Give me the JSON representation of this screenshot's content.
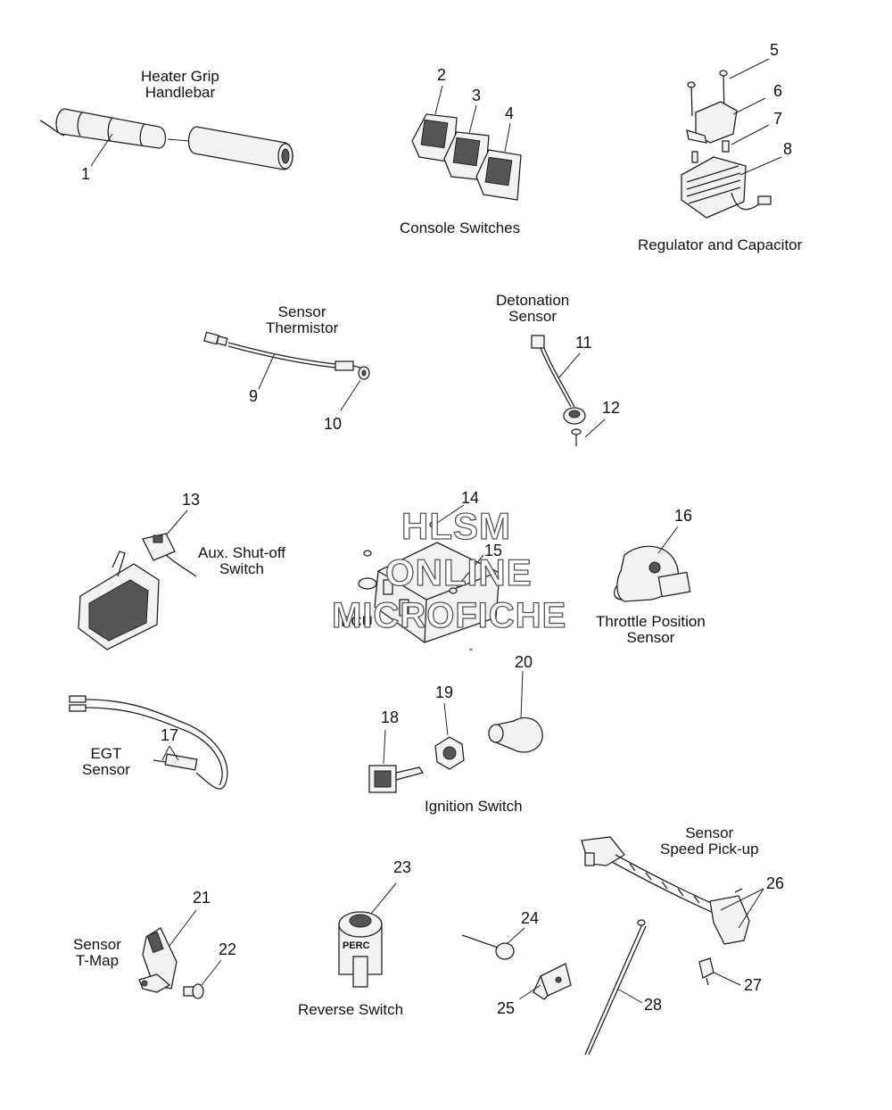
{
  "groups": {
    "heater_grip": "Heater Grip\nHandlebar",
    "console_switches": "Console Switches",
    "regulator": "Regulator and Capacitor",
    "sensor_thermistor": "Sensor\nThermistor",
    "detonation_sensor": "Detonation\nSensor",
    "aux_shutoff": "Aux. Shut-off\nSwitch",
    "ecu": "ECU",
    "throttle_position": "Throttle Position\nSensor",
    "egt_sensor": "EGT\nSensor",
    "ignition_switch": "Ignition Switch",
    "sensor_speed": "Sensor\nSpeed Pick-up",
    "sensor_tmap": "Sensor\nT-Map",
    "reverse_switch": "Reverse Switch"
  },
  "callouts": {
    "c1": "1",
    "c2": "2",
    "c3": "3",
    "c4": "4",
    "c5": "5",
    "c6": "6",
    "c7": "7",
    "c8": "8",
    "c9": "9",
    "c10": "10",
    "c11": "11",
    "c12": "12",
    "c13": "13",
    "c14": "14",
    "c15": "15",
    "c16": "16",
    "c17": "17",
    "c18": "18",
    "c19": "19",
    "c20": "20",
    "c21": "21",
    "c22": "22",
    "c23": "23",
    "c24": "24",
    "c25": "25",
    "c26": "26",
    "c27": "27",
    "c28": "28"
  },
  "part_text": {
    "perc": "PERC"
  },
  "watermark": {
    "line1": "HLSM",
    "line2": "ONLINE",
    "line3": "MICROFICHE"
  }
}
